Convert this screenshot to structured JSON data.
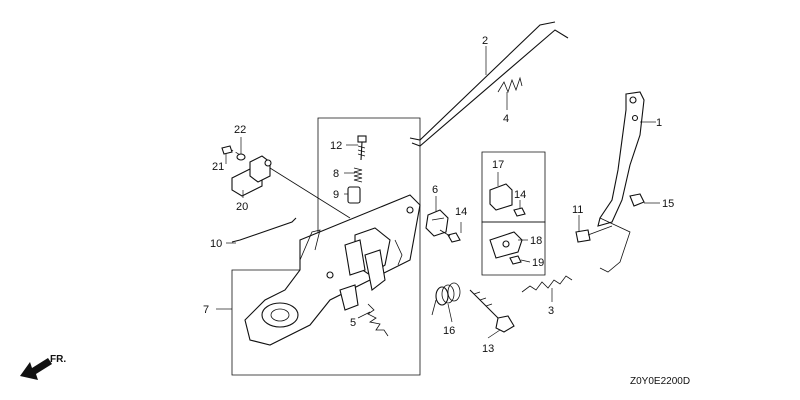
{
  "diagram": {
    "drawing_code": "Z0Y0E2200D",
    "front_marker": "FR.",
    "callouts": [
      "1",
      "2",
      "3",
      "4",
      "5",
      "6",
      "7",
      "8",
      "9",
      "10",
      "11",
      "12",
      "13",
      "14",
      "14",
      "15",
      "16",
      "17",
      "18",
      "19",
      "20",
      "21",
      "22"
    ]
  }
}
